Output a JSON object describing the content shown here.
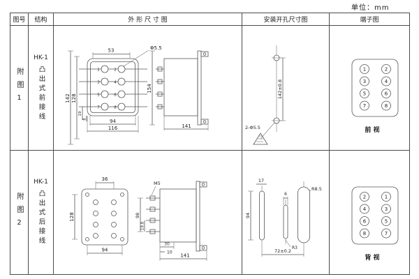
{
  "page": {
    "unit_label": "单位：mm"
  },
  "table": {
    "headers": {
      "fig_no": "图号",
      "structure": "结构",
      "outline": "外 形 尺 寸 图",
      "install": "安装开孔尺寸图",
      "terminal": "端子图"
    }
  },
  "rows": [
    {
      "fig_no": "附图1",
      "model": "HK-1",
      "structure": "凸出式前接线",
      "outline": {
        "dim_top": "53",
        "dim_hole": "Φ5.5",
        "dim_h142": "142",
        "dim_h128": "128",
        "dim_19": "19",
        "dim_8": "8",
        "dim_w94": "94",
        "dim_w116": "116",
        "dim_h154": "154",
        "dim_d141": "141",
        "face_numbers": [
          "1",
          "2",
          "3",
          "4",
          "5",
          "6",
          "7",
          "8"
        ]
      },
      "install": {
        "dim_v": "142±0.8",
        "dim_holes": "2-Φ5.5"
      },
      "terminal": {
        "left": [
          "1",
          "3",
          "5",
          "7"
        ],
        "right": [
          "2",
          "4",
          "6",
          "8"
        ],
        "view": "前 视"
      }
    },
    {
      "fig_no": "附图2",
      "model": "HK-1",
      "structure": "凸出式后接线",
      "outline": {
        "dim_top": "36",
        "dim_m5": "M5",
        "dim_h128": "128",
        "dim_98": "98",
        "dim_198": "19.8",
        "dim_30": "30",
        "dim_10": "10",
        "dim_w94": "94",
        "dim_d141": "141"
      },
      "install": {
        "dim_17": "17",
        "dim_6": "6",
        "dim_r85": "R8.5",
        "dim_94": "94",
        "dim_r3": "R3",
        "dim_h": "72±0.2"
      },
      "terminal": {
        "left": [
          "2",
          "4",
          "6",
          "8"
        ],
        "right": [
          "1",
          "3",
          "5",
          "7"
        ],
        "view": "背 视"
      }
    }
  ]
}
